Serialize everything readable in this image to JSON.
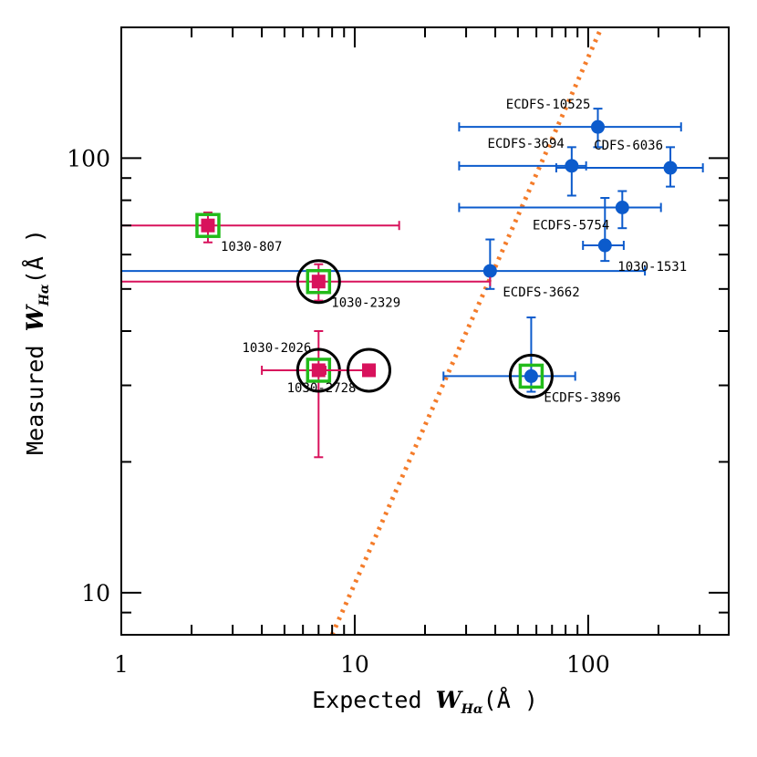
{
  "chart_data": {
    "type": "scatter",
    "title": "",
    "xlabel": {
      "prefix": "Expected ",
      "symbol": "W",
      "sub": "Hα",
      "unit": "(Å )"
    },
    "ylabel": {
      "prefix": "Measured ",
      "symbol": "W",
      "sub": "Hα",
      "unit": "(Å )"
    },
    "xscale": "log",
    "yscale": "log",
    "xlim": [
      1,
      400
    ],
    "ylim": [
      8,
      200
    ],
    "xticks": [
      {
        "value": 1,
        "label": "1"
      },
      {
        "value": 10,
        "label": "10"
      },
      {
        "value": 100,
        "label": "100"
      }
    ],
    "yticks": [
      {
        "value": 10,
        "label": "10"
      },
      {
        "value": 100,
        "label": "100"
      }
    ],
    "one_to_one_line": {
      "style": "dotted",
      "color": "#f47c2a",
      "points": [
        [
          8.0,
          8.0
        ],
        [
          114,
          200
        ]
      ]
    },
    "colors": {
      "blue": "#0c5bcc",
      "magenta": "#d8125c",
      "green": "#22bb1a",
      "black": "#000000"
    },
    "series": [
      {
        "marker": "circle",
        "color": "#0c5bcc",
        "points": [
          {
            "label": "ECDFS-10525",
            "x": 110,
            "y": 118,
            "xerr": [
              28,
              250
            ],
            "yerr": [
              106,
              130
            ],
            "label_pos": "upper-left"
          },
          {
            "label": "ECDFS-3694",
            "x": 85,
            "y": 96,
            "xerr": [
              28,
              98
            ],
            "yerr": [
              82,
              106
            ],
            "label_pos": "upper-left"
          },
          {
            "label": "CDFS-6036",
            "x": 225,
            "y": 95,
            "xerr": [
              73,
              310
            ],
            "yerr": [
              86,
              106
            ],
            "label_pos": "upper-left"
          },
          {
            "label": "ECDFS-5754",
            "x": 140,
            "y": 77,
            "xerr": [
              28,
              205
            ],
            "yerr": [
              69,
              84
            ],
            "label_pos": "lower-left"
          },
          {
            "label": "1030-1531",
            "x": 118,
            "y": 63,
            "xerr": [
              95,
              142
            ],
            "yerr": [
              58,
              81
            ],
            "label_pos": "lower-right"
          },
          {
            "label": "ECDFS-3662",
            "x": 38,
            "y": 55,
            "xerr": [
              1,
              175
            ],
            "yerr": [
              50,
              65
            ],
            "label_pos": "lower-right"
          },
          {
            "label": "ECDFS-3896",
            "x": 57,
            "y": 31.5,
            "xerr": [
              24,
              88
            ],
            "yerr": [
              29,
              43
            ],
            "label_pos": "lower-right",
            "green_box": true,
            "black_circle": true
          }
        ]
      },
      {
        "marker": "square",
        "color": "#d8125c",
        "points": [
          {
            "label": "1030-807",
            "x": 2.35,
            "y": 70,
            "xerr": [
              1,
              15.5
            ],
            "yerr": [
              64,
              75
            ],
            "label_pos": "lower-right",
            "green_box": true
          },
          {
            "label": "1030-2329",
            "x": 7.0,
            "y": 52,
            "xerr": [
              1,
              38
            ],
            "yerr": [
              47,
              57
            ],
            "label_pos": "lower-right",
            "green_box": true,
            "black_circle": true
          },
          {
            "label": "1030-2026",
            "x": 7.0,
            "y": 32.5,
            "xerr": [
              4.0,
              11.5
            ],
            "yerr": [
              20.5,
              40
            ],
            "label_pos": "upper-left",
            "green_box": true,
            "black_circle": true
          },
          {
            "label": "1030-2728",
            "x": 11.5,
            "y": 32.5,
            "xerr": [
              7.5,
              12.2
            ],
            "yerr": null,
            "label_pos": "lower-left",
            "black_circle": true
          }
        ]
      }
    ],
    "grid": false,
    "legend": "none"
  }
}
